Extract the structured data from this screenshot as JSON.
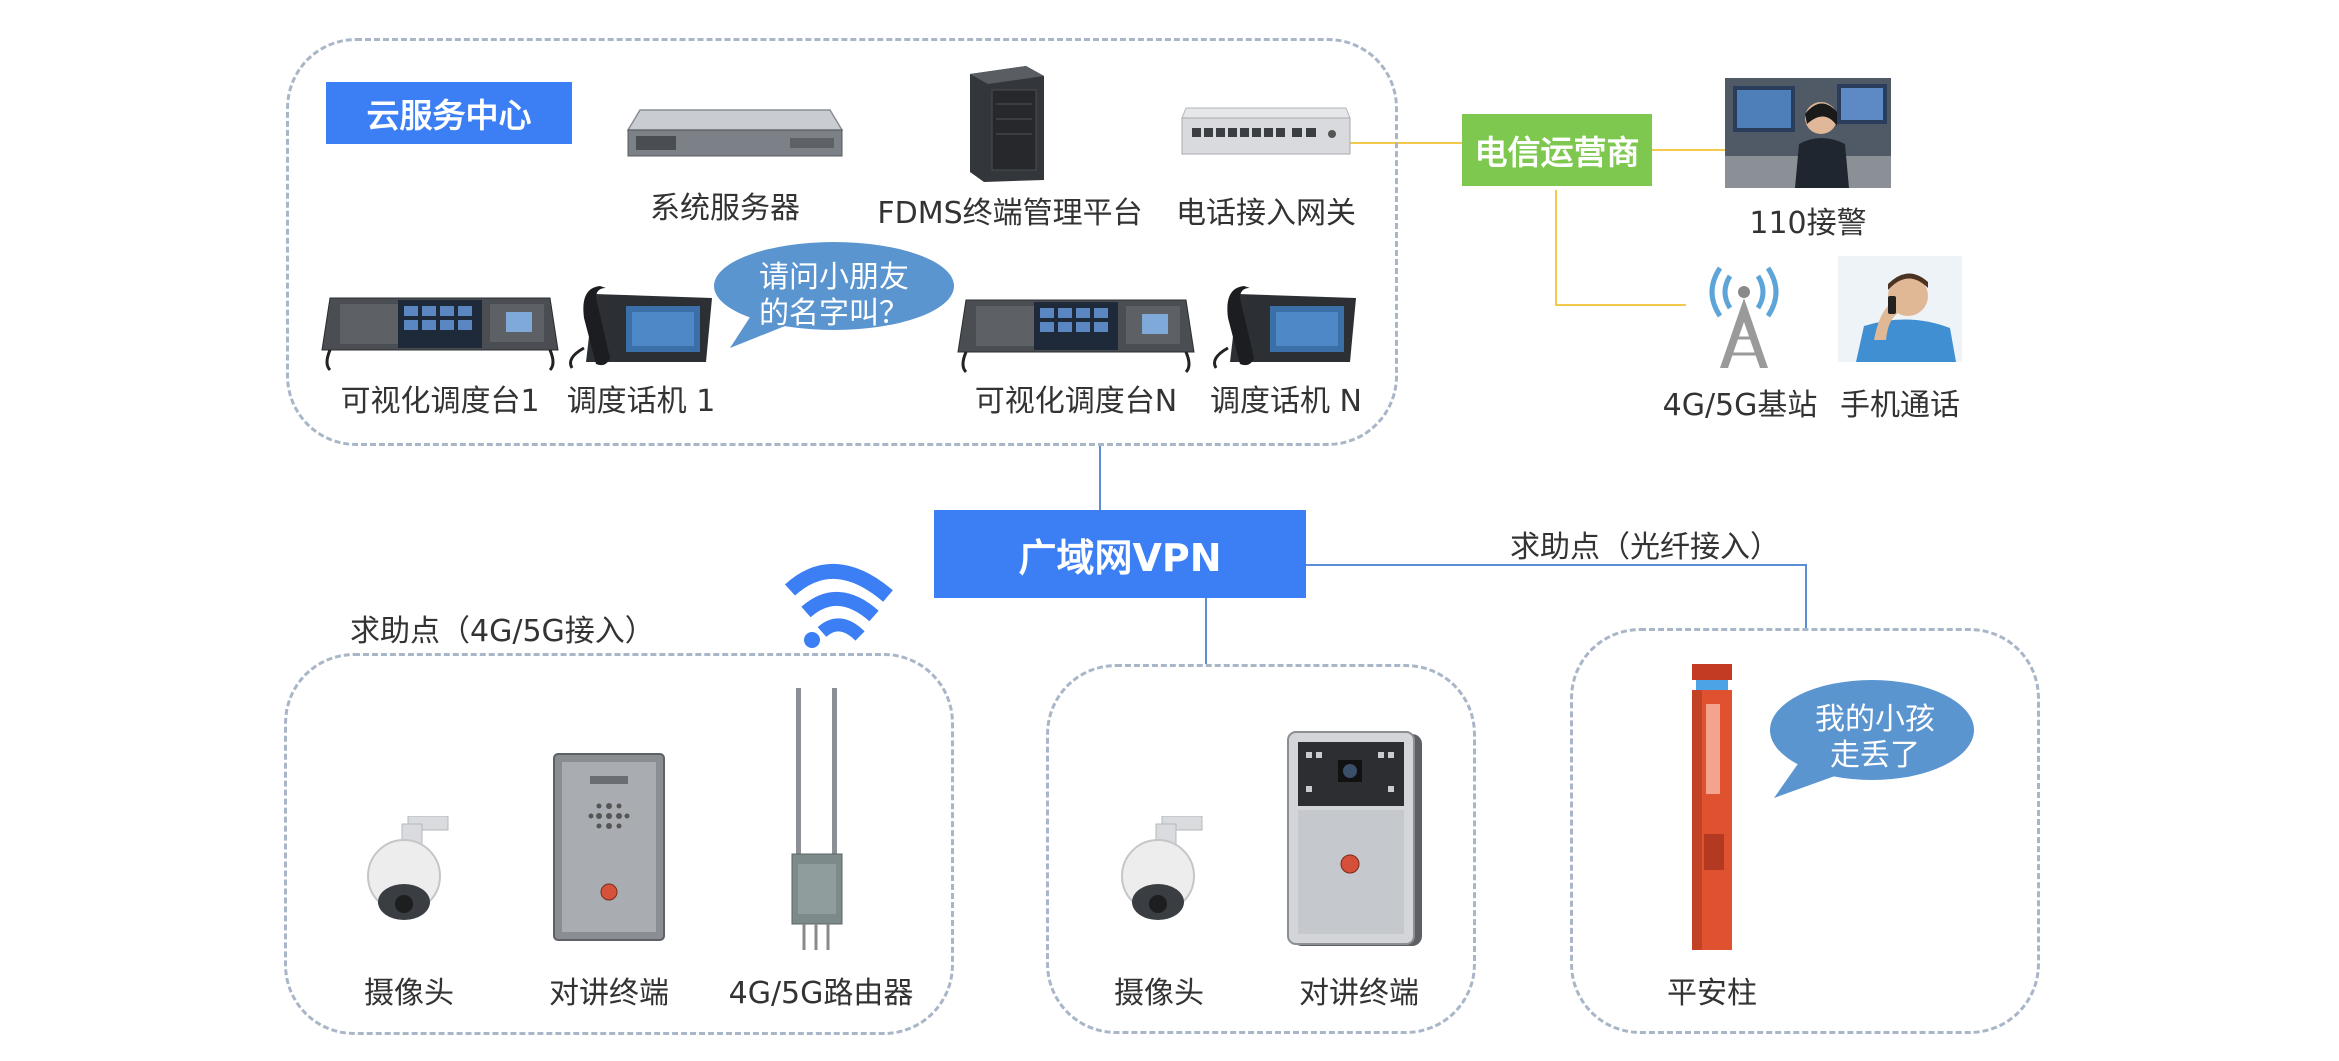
{
  "colors": {
    "accent_blue": "#3c7ef3",
    "operator_green": "#7ec850",
    "line_blue": "#5b8ed6",
    "line_yellow": "#f2c94c",
    "bubble_blue": "#5b95d0",
    "dash_gray": "#a9b6c8"
  },
  "cloud": {
    "title": "云服务中心",
    "server_label": "系统服务器",
    "fdms_label": "FDMS终端管理平台",
    "gateway_label": "电话接入网关",
    "console1_label": "可视化调度台1",
    "phone1_label": "调度话机 1",
    "consoleN_label": "可视化调度台N",
    "phoneN_label": "调度话机 N",
    "bubble_text_1": "请问小朋友",
    "bubble_text_2": "的名字叫？"
  },
  "operator": {
    "label": "电信运营商",
    "police_label": "110接警",
    "station_label": "4G/5G基站",
    "mobile_label": "手机通话"
  },
  "vpn": {
    "label": "广域网VPN"
  },
  "help_4g": {
    "title": "求助点（4G/5G接入）",
    "camera_label": "摄像头",
    "intercom_label": "对讲终端",
    "router_label": "4G/5G路由器"
  },
  "help_mid": {
    "camera_label": "摄像头",
    "intercom_label": "对讲终端"
  },
  "help_fiber": {
    "title": "求助点（光纤接入）",
    "pillar_label": "平安柱",
    "bubble_text_1": "我的小孩",
    "bubble_text_2": "走丢了"
  }
}
